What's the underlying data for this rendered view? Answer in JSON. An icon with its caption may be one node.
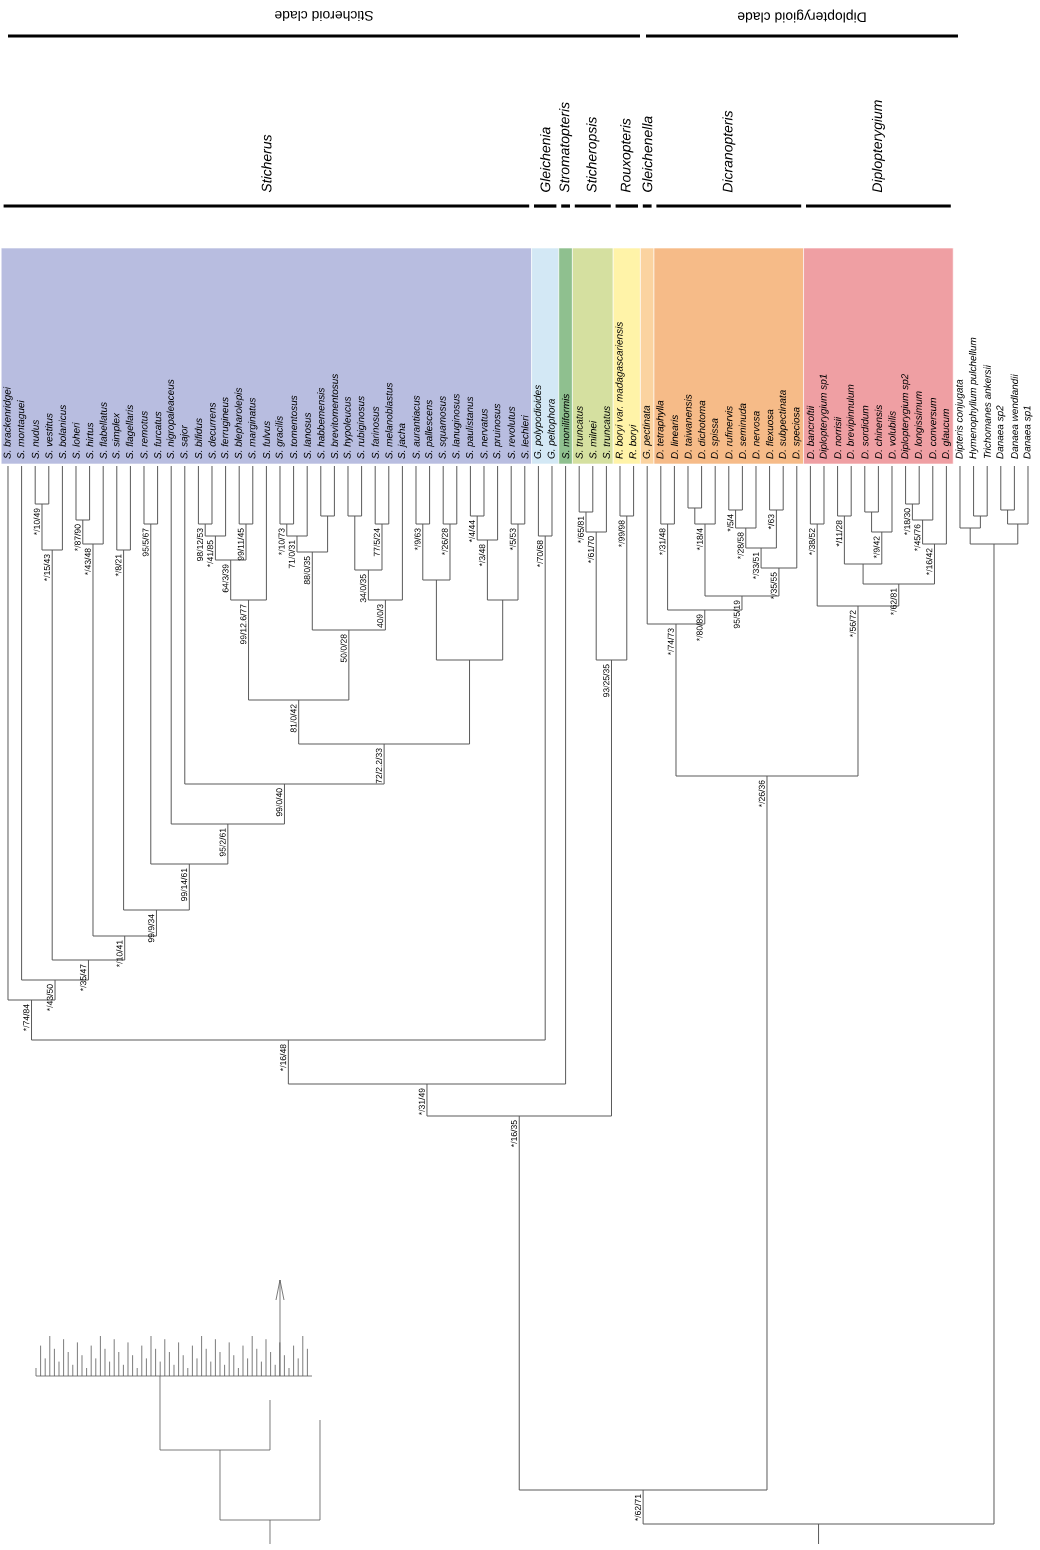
{
  "diagram": {
    "nodes": [
      {
        "text": [
          "Sticherus"
        ]
      },
      {
        "text": [
          "Gleichenia"
        ]
      },
      {
        "text": [
          "Stromatopteris"
        ]
      },
      {
        "text": [
          "Sticheropsis"
        ]
      },
      {
        "text": [
          "Rouxopteris"
        ]
      },
      {
        "text": [
          "Gleichenella"
        ]
      },
      {
        "text": [
          "Dicranopteris"
        ]
      },
      {
        "text": [
          "Diplopterygium"
        ]
      }
    ],
    "labels": [
      "Sticheroid clade",
      "Diplopterygioid clade",
      "S. brackenridgei",
      "S. montaguei",
      "S. nudus",
      "S. vestitus",
      "S. bolanicus",
      "S. loheri",
      "S. hirtus",
      "S. flabellatus",
      "S. simplex",
      "S. flagellaris",
      "S. remotus",
      "S. furcatus",
      "S. nigropaleaceus",
      "S. sajor",
      "S. bifidus",
      "S. decurrens",
      "S. ferrugineus",
      "S. blepharolepis",
      "S. marginatus",
      "S. fulvus",
      "S. gracilis",
      "S. tomentosus",
      "S. lanosus",
      "S. habbemensis",
      "S. brevitomentosus",
      "S. hypoleucus",
      "S. rubiginosus",
      "S. farinosus",
      "S. melanoblastus",
      "S. jacha",
      "S. aurantiacus",
      "S. pallescens",
      "S. squamosus",
      "S. lanuginosus",
      "S. paulistanus",
      "S. nervatus",
      "S. pruinosus",
      "S. revolutus",
      "S. lechleri",
      "G. polypodioides",
      "G. peltophora",
      "S. moniliformis",
      "S. truncatus",
      "S. milnei",
      "S. truncatus",
      "R. boryi var. madagascariensis",
      "R. boryi",
      "G. pectinata",
      "D. tetraphylla",
      "D. linearis",
      "D. taiwanensis",
      "D. dichotoma",
      "D. spissa",
      "D. rufinervis",
      "D. seminuda",
      "D. nervosa",
      "D. flexuosa",
      "D. subpectinata",
      "D. speciosa",
      "D. bancroftii",
      "Diplopterygium sp1",
      "D. norrisii",
      "D. brevipinnulum",
      "D. sordidum",
      "D. chinensis",
      "D. volubilis",
      "Diplopterygium sp2",
      "D. longissimum",
      "D. conversum",
      "D. glaucum",
      "Dipteris conjugata",
      "Hymenophyllum pulchellum",
      "Trichomanes ankersii",
      "Danaea sp2",
      "Danaea wendlandii",
      "Danaea sp1",
      "*/10/49",
      "*/15/43",
      "*/87/90",
      "*/43/48",
      "98/12/53",
      "*/41/85",
      "99/11/45",
      "64/3/39",
      "99/12.6/77",
      "*/10/73",
      "71/0/31",
      "88/0/35",
      "77/5/24",
      "34/0/35",
      "40/0/3",
      "50/0/28",
      "81/0/42",
      "*/9/63",
      "*/26/28",
      "*/4/44",
      "*/3/48",
      "*/5/53",
      "72/2.2/33",
      "99/0/40",
      "95/2/61",
      "95/5/67",
      "99/14/61",
      "*/8/21",
      "99/9/34",
      "*/10/41",
      "*/35/47",
      "*/43/50",
      "*/74/84",
      "*/70/68",
      "93/25/35",
      "*/16/48",
      "*/65/81",
      "*/61/70",
      "*/99/98",
      "*/31/49",
      "*/16/35",
      "*/18/4",
      "*/5/4",
      "*/28/58",
      "*/63",
      "*/33/51",
      "*/35/55",
      "95/5/19",
      "*/31/48",
      "*/80/89",
      "*/74/73",
      "*/38/52",
      "*/11/28",
      "*/9/42",
      "*/18/30",
      "*/45/76",
      "*/16/42",
      "*/62/81",
      "*/56/72",
      "*/26/36",
      "*/62/71"
    ]
  }
}
